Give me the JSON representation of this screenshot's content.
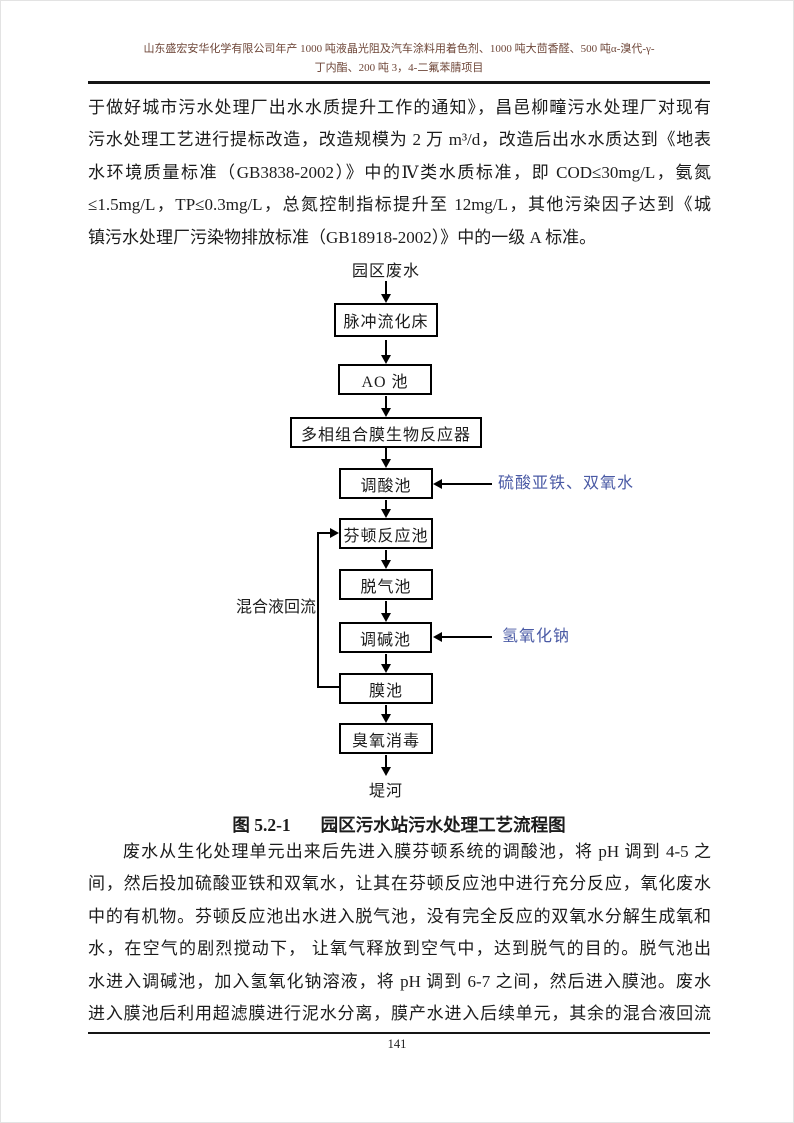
{
  "colors": {
    "header_text": "#6e4638",
    "body_text": "#1c1c1c",
    "dosing_label": "#4a5aa5",
    "line": "#000000"
  },
  "header": {
    "line1": "山东盛宏安华化学有限公司年产 1000 吨液晶光阻及汽车涂料用着色剂、1000 吨大茴香醛、500 吨α-溴代-γ-",
    "line2": "丁内酯、200 吨 3，4-二氟苯腈项目"
  },
  "paragraph_top": {
    "lines": [
      "于做好城市污水处理厂出水水质提升工作的通知》，昌邑柳疃污水处理厂对现有",
      "污水处理工艺进行提标改造，改造规模为 2 万 m³/d，改造后出水水质达到《地表",
      "水环境质量标准（GB3838-2002）》中的Ⅳ类水质标准，即 COD≤30mg/L，氨氮",
      "≤1.5mg/L，TP≤0.3mg/L，总氮控制指标提升至 12mg/L，其他污染因子达到《城",
      "镇污水处理厂污染物排放标准（GB18918-2002）》中的一级 A 标准。"
    ]
  },
  "figure": {
    "caption_number": "图 5.2-1",
    "caption_title": "园区污水站污水处理工艺流程图",
    "flow": {
      "source": "园区废水",
      "outfall": "堤河",
      "recycle_label": "混合液回流",
      "dosing_1": "硫酸亚铁、双氧水",
      "dosing_2": "氢氧化钠",
      "nodes": [
        {
          "label": "脉冲流化床"
        },
        {
          "label": "AO 池"
        },
        {
          "label": "多相组合膜生物反应器"
        },
        {
          "label": "调酸池"
        },
        {
          "label": "芬顿反应池"
        },
        {
          "label": "脱气池"
        },
        {
          "label": "调碱池"
        },
        {
          "label": "膜池"
        },
        {
          "label": "臭氧消毒"
        }
      ],
      "sequence": [
        "园区废水",
        "脉冲流化床",
        "AO 池",
        "多相组合膜生物反应器",
        "调酸池",
        "芬顿反应池",
        "脱气池",
        "调碱池",
        "膜池",
        "臭氧消毒",
        "堤河"
      ]
    }
  },
  "paragraph_bottom": {
    "lines": [
      "废水从生化处理单元出来后先进入膜芬顿系统的调酸池，将 pH 调到 4-5 之",
      "间，然后投加硫酸亚铁和双氧水，让其在芬顿反应池中进行充分反应，氧化废水",
      "中的有机物。芬顿反应池出水进入脱气池，没有完全反应的双氧水分解生成氧和",
      "水，在空气的剧烈搅动下， 让氧气释放到空气中，达到脱气的目的。脱气池出",
      "水进入调碱池，加入氢氧化钠溶液，将 pH 调到 6-7 之间，然后进入膜池。废水",
      "进入膜池后利用超滤膜进行泥水分离，膜产水进入后续单元，其余的混合液回流"
    ]
  },
  "footer": {
    "page_number": "141"
  }
}
